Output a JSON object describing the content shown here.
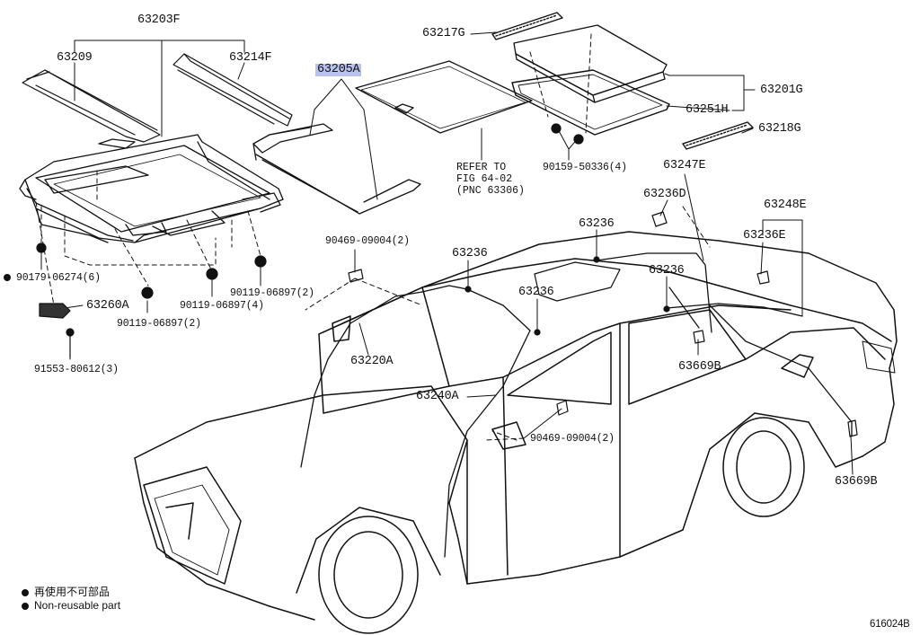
{
  "labels": {
    "p63203F": "63203F",
    "p63209": "63209",
    "p63214F": "63214F",
    "p63205A": "63205A",
    "p63217G": "63217G",
    "p63201G": "63201G",
    "p63251H": "63251H",
    "p63218G": "63218G",
    "p90159": "90159-50336(4)",
    "p63247E": "63247E",
    "p63236D": "63236D",
    "p63248E": "63248E",
    "p63236E": "63236E",
    "p63236_a": "63236",
    "p63236_b": "63236",
    "p63236_c": "63236",
    "p63236_d": "63236",
    "p90469_a": "90469-09004(2)",
    "p90469_b": "90469-09004(2)",
    "p63220A": "63220A",
    "p63240A": "63240A",
    "p63669B_a": "63669B",
    "p63669B_b": "63669B",
    "p90179": "90179-06274(6)",
    "p63260A": "63260A",
    "p91553": "91553-80612(3)",
    "p90119_a": "90119-06897(2)",
    "p90119_b": "90119-06897(4)",
    "p90119_c": "90119-06897(2)"
  },
  "reference_note": [
    "REFER TO",
    "FIG 64-02",
    "(PNC 63306)"
  ],
  "legend": {
    "japanese": "再使用不可部品",
    "english": "Non-reusable part"
  },
  "figure_id": "616024B",
  "colors": {
    "highlight": "#b9c2ef",
    "ink": "#111111"
  }
}
